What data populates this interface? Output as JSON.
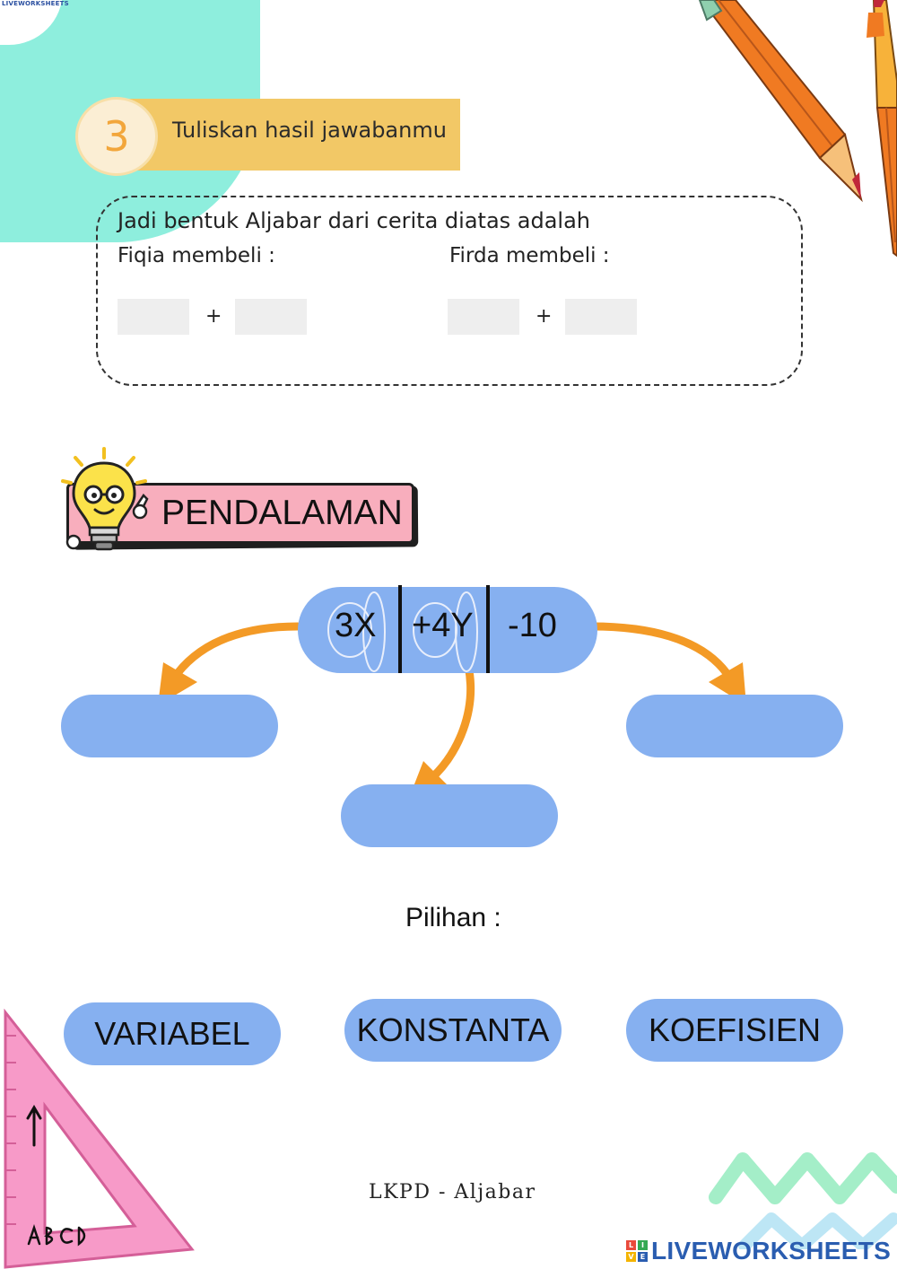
{
  "header": {
    "corner_logo": "LIVEWORKSHEETS"
  },
  "step": {
    "number": "3",
    "title": "Tuliskan hasil jawabanmu"
  },
  "answer": {
    "lead": "Jadi bentuk Aljabar dari cerita diatas adalah",
    "fiqia_label": "Fiqia membeli :",
    "firda_label": "Firda membeli :",
    "plus": "+",
    "fiqia_values": [
      "",
      ""
    ],
    "firda_values": [
      "",
      ""
    ]
  },
  "section": {
    "title": "PENDALAMAN"
  },
  "expression": {
    "parts": [
      "3X",
      "+4Y",
      "-10"
    ]
  },
  "drop_targets": [
    "",
    "",
    ""
  ],
  "options": {
    "title": "Pilihan :",
    "items": [
      "VARIABEL",
      "KONSTANTA",
      "KOEFISIEN"
    ]
  },
  "footer": {
    "text": "LKPD - Aljabar",
    "brand": "LIVEWORKSHEETS",
    "brand_icon_letters": [
      "L",
      "I",
      "V",
      "E"
    ]
  },
  "colors": {
    "mint": "#8eeedd",
    "step_bar": "#f2c866",
    "section_pink": "#f8aebd",
    "pill_blue": "#86b0f0",
    "arrow_orange": "#f39a26",
    "brand_blue": "#2a5db0"
  },
  "icons": [
    "lightbulb-mascot-icon",
    "pencil-icon",
    "triangle-ruler-icon",
    "zigzag-decoration-icon"
  ]
}
